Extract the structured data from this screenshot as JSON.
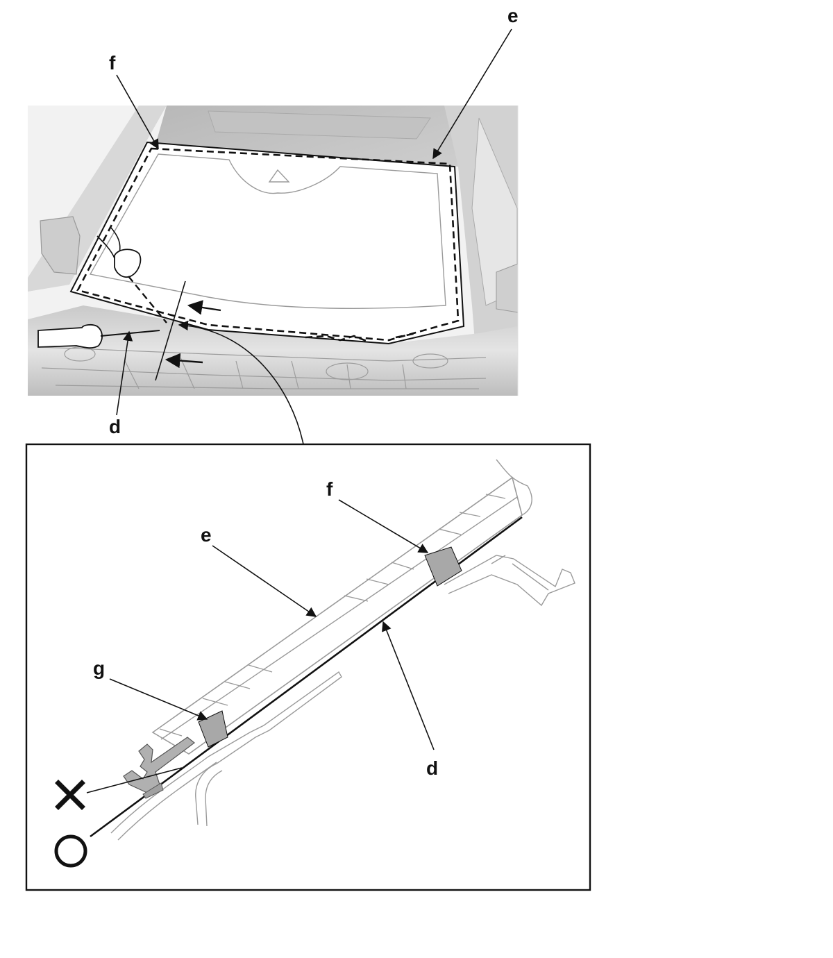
{
  "diagram": {
    "top_view": {
      "labels": {
        "e": "e",
        "f": "f",
        "d": "d"
      }
    },
    "detail_view": {
      "labels": {
        "f": "f",
        "e": "e",
        "g": "g",
        "d": "d"
      },
      "symbols": {
        "incorrect": "incorrect-x-icon",
        "correct": "correct-circle-icon"
      }
    },
    "colors": {
      "line": "#111111",
      "body_gray": "#d9d9d9",
      "tape_gray": "#a8a8a8",
      "outline_gray": "#9a9a9a"
    }
  }
}
